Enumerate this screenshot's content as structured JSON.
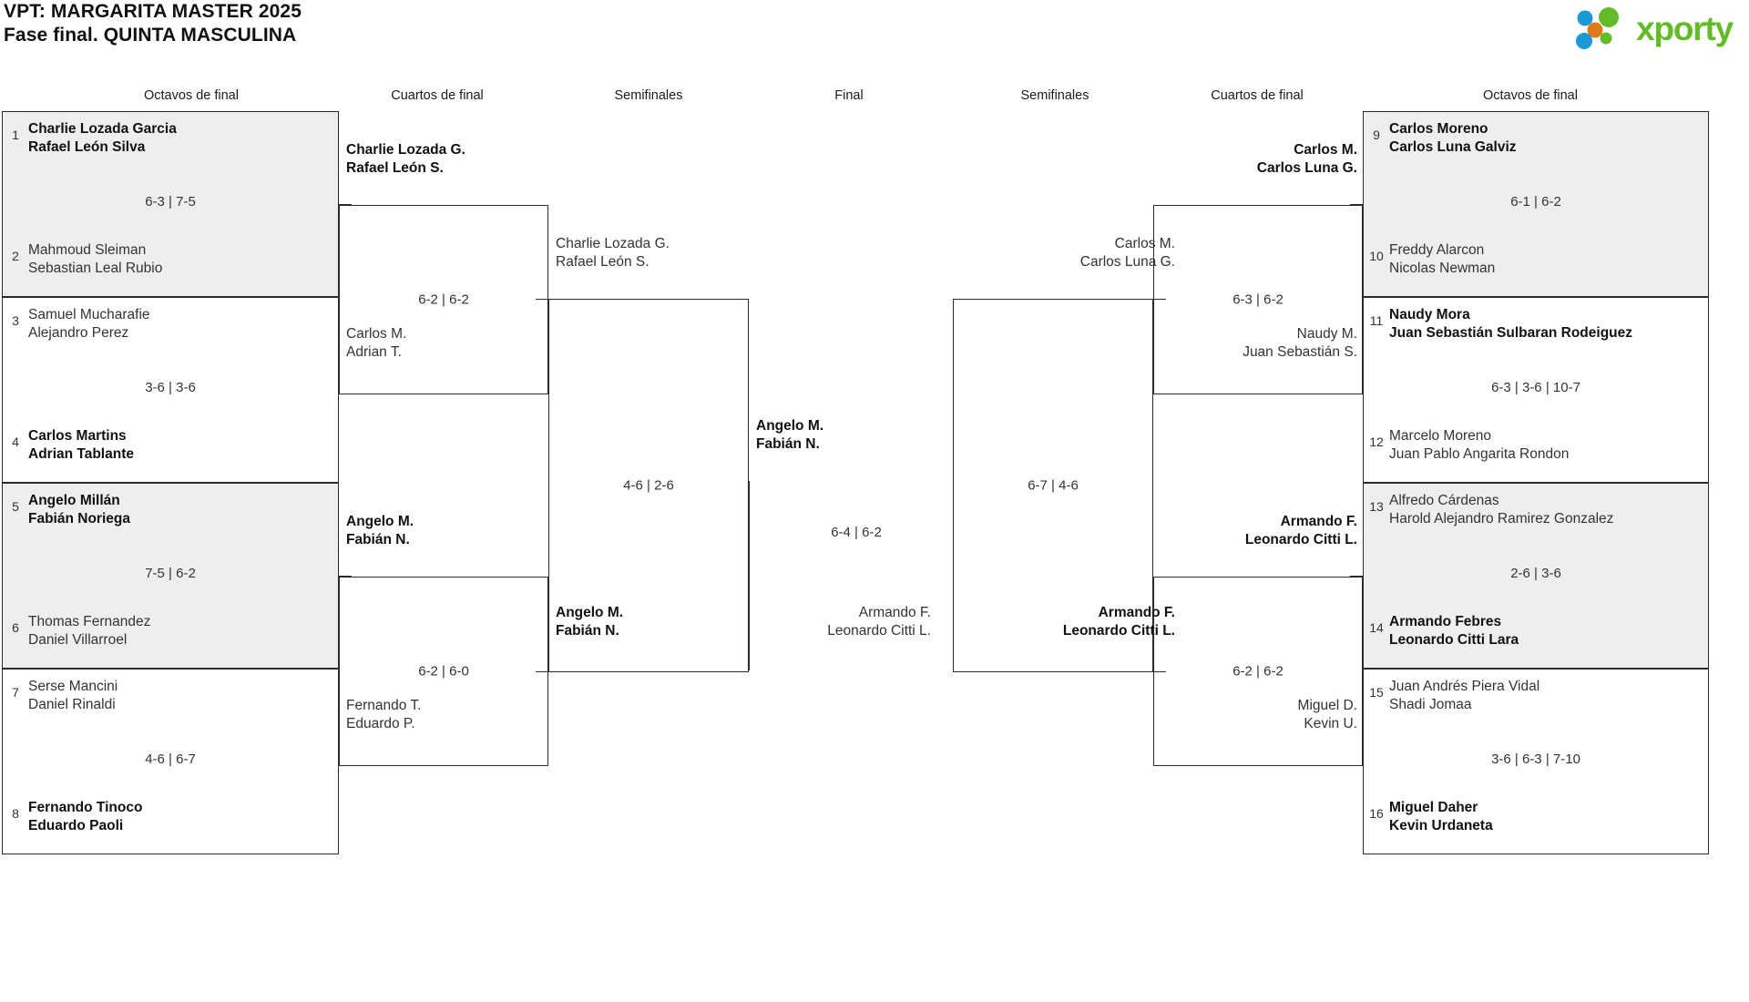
{
  "header": {
    "title_line1": "VPT: MARGARITA MASTER 2025",
    "title_line2": "Fase final. QUINTA MASCULINA",
    "logo_text": "xporty",
    "logo_colors": {
      "blue": "#1c9ad6",
      "orange": "#e07a18",
      "green": "#63bb27"
    }
  },
  "round_headers": {
    "left_r16": "Octavos de final",
    "left_qf": "Cuartos de final",
    "left_sf": "Semifinales",
    "final": "Final",
    "right_sf": "Semifinales",
    "right_qf": "Cuartos de final",
    "right_r16": "Octavos de final"
  },
  "left": {
    "r16": [
      {
        "score": "6-3 | 7-5",
        "top": {
          "seed": "1",
          "p1": "Charlie Lozada Garcia",
          "p2": "Rafael León Silva",
          "winner": true
        },
        "bottom": {
          "seed": "2",
          "p1": "Mahmoud Sleiman",
          "p2": "Sebastian Leal Rubio",
          "winner": false
        }
      },
      {
        "score": "3-6 | 3-6",
        "top": {
          "seed": "3",
          "p1": "Samuel Mucharafie",
          "p2": "Alejandro Perez",
          "winner": false
        },
        "bottom": {
          "seed": "4",
          "p1": "Carlos Martins",
          "p2": "Adrian Tablante",
          "winner": true
        }
      },
      {
        "score": "7-5 | 6-2",
        "top": {
          "seed": "5",
          "p1": "Angelo Millán",
          "p2": "Fabián Noriega",
          "winner": true
        },
        "bottom": {
          "seed": "6",
          "p1": "Thomas Fernandez",
          "p2": "Daniel Villarroel",
          "winner": false
        }
      },
      {
        "score": "4-6 | 6-7",
        "top": {
          "seed": "7",
          "p1": "Serse Mancini",
          "p2": "Daniel Rinaldi",
          "winner": false
        },
        "bottom": {
          "seed": "8",
          "p1": "Fernando Tinoco",
          "p2": "Eduardo Paoli",
          "winner": true
        }
      }
    ],
    "qf": [
      {
        "score": "6-2 | 6-2",
        "top": {
          "p1": "Charlie Lozada G.",
          "p2": "Rafael León S.",
          "winner": true
        },
        "bottom": {
          "p1": "Carlos M.",
          "p2": "Adrian T.",
          "winner": false
        }
      },
      {
        "score": "6-2 | 6-0",
        "top": {
          "p1": "Angelo M.",
          "p2": "Fabián N.",
          "winner": true
        },
        "bottom": {
          "p1": "Fernando T.",
          "p2": "Eduardo P.",
          "winner": false
        }
      }
    ],
    "sf": [
      {
        "score": "4-6 | 2-6",
        "top": {
          "p1": "Charlie Lozada G.",
          "p2": "Rafael León S.",
          "winner": false
        },
        "bottom": {
          "p1": "Angelo M.",
          "p2": "Fabián N.",
          "winner": true
        }
      }
    ]
  },
  "final": {
    "score": "6-4 | 6-2",
    "top": {
      "p1": "Angelo M.",
      "p2": "Fabián N.",
      "winner": true
    },
    "bottom": {
      "p1": "Armando F.",
      "p2": "Leonardo Citti L.",
      "winner": false
    }
  },
  "right": {
    "r16": [
      {
        "score": "6-1 | 6-2",
        "top": {
          "seed": "9",
          "p1": "Carlos Moreno",
          "p2": "Carlos Luna Galviz",
          "winner": true
        },
        "bottom": {
          "seed": "10",
          "p1": "Freddy Alarcon",
          "p2": "Nicolas Newman",
          "winner": false
        }
      },
      {
        "score": "6-3 | 3-6 | 10-7",
        "top": {
          "seed": "11",
          "p1": "Naudy Mora",
          "p2": "Juan Sebastián Sulbaran Rodeiguez",
          "winner": true
        },
        "bottom": {
          "seed": "12",
          "p1": "Marcelo Moreno",
          "p2": "Juan Pablo Angarita Rondon",
          "winner": false
        }
      },
      {
        "score": "2-6 | 3-6",
        "top": {
          "seed": "13",
          "p1": "Alfredo Cárdenas",
          "p2": "Harold Alejandro Ramirez Gonzalez",
          "winner": false
        },
        "bottom": {
          "seed": "14",
          "p1": "Armando Febres",
          "p2": "Leonardo Citti Lara",
          "winner": true
        }
      },
      {
        "score": "3-6 | 6-3 | 7-10",
        "top": {
          "seed": "15",
          "p1": "Juan Andrés Piera Vidal",
          "p2": "Shadi Jomaa",
          "winner": false
        },
        "bottom": {
          "seed": "16",
          "p1": "Miguel Daher",
          "p2": "Kevin Urdaneta",
          "winner": true
        }
      }
    ],
    "qf": [
      {
        "score": "6-3 | 6-2",
        "top": {
          "p1": "Carlos M.",
          "p2": "Carlos Luna G.",
          "winner": true
        },
        "bottom": {
          "p1": "Naudy M.",
          "p2": "Juan Sebastián S.",
          "winner": false
        }
      },
      {
        "score": "6-2 | 6-2",
        "top": {
          "p1": "Armando F.",
          "p2": "Leonardo Citti L.",
          "winner": true
        },
        "bottom": {
          "p1": "Miguel D.",
          "p2": "Kevin U.",
          "winner": false
        }
      }
    ],
    "sf": [
      {
        "score": "6-7 | 4-6",
        "top": {
          "p1": "Carlos M.",
          "p2": "Carlos Luna G.",
          "winner": false
        },
        "bottom": {
          "p1": "Armando F.",
          "p2": "Leonardo Citti L.",
          "winner": true
        }
      }
    ]
  }
}
